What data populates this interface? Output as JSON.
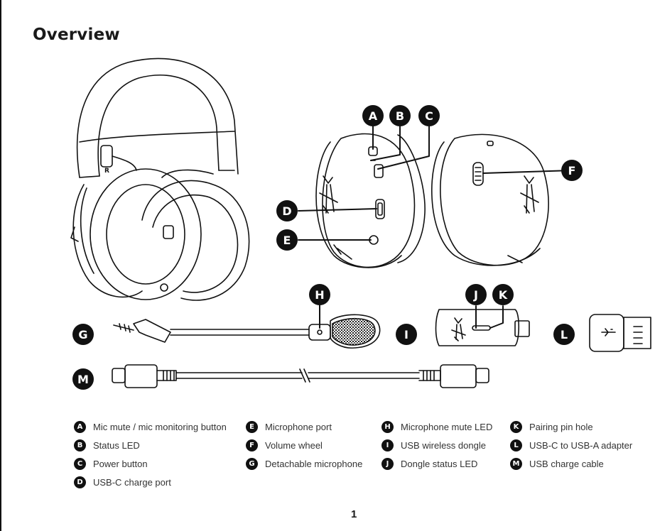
{
  "page": {
    "title": "Overview",
    "page_number": "1"
  },
  "callouts": [
    "A",
    "B",
    "C",
    "D",
    "E",
    "F",
    "G",
    "H",
    "I",
    "J",
    "K",
    "L",
    "M"
  ],
  "legend": [
    {
      "key": "A",
      "label": "Mic mute / mic monitoring button"
    },
    {
      "key": "B",
      "label": "Status LED"
    },
    {
      "key": "C",
      "label": "Power button"
    },
    {
      "key": "D",
      "label": "USB-C charge port"
    },
    {
      "key": "E",
      "label": "Microphone port"
    },
    {
      "key": "F",
      "label": "Volume wheel"
    },
    {
      "key": "G",
      "label": "Detachable microphone"
    },
    {
      "key": "H",
      "label": "Microphone mute LED"
    },
    {
      "key": "I",
      "label": "USB wireless dongle"
    },
    {
      "key": "J",
      "label": "Dongle status LED"
    },
    {
      "key": "K",
      "label": "Pairing pin hole"
    },
    {
      "key": "L",
      "label": "USB-C to USB-A adapter"
    },
    {
      "key": "M",
      "label": "USB charge cable"
    }
  ],
  "artwork": {
    "headband_side_mark": "R"
  }
}
